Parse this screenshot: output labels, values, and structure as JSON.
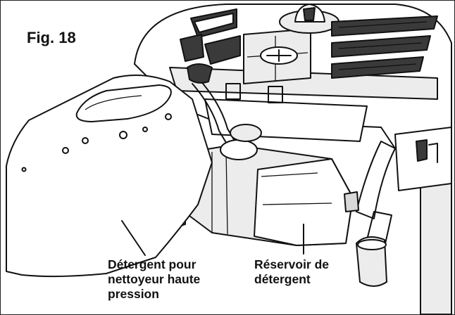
{
  "figure": {
    "label": "Fig. 18"
  },
  "callouts": {
    "detergent_line1": "Détergent pour",
    "detergent_line2": "nettoyeur haute",
    "detergent_line3": "pression",
    "tank_line1": "Réservoir de",
    "tank_line2": "détergent"
  }
}
